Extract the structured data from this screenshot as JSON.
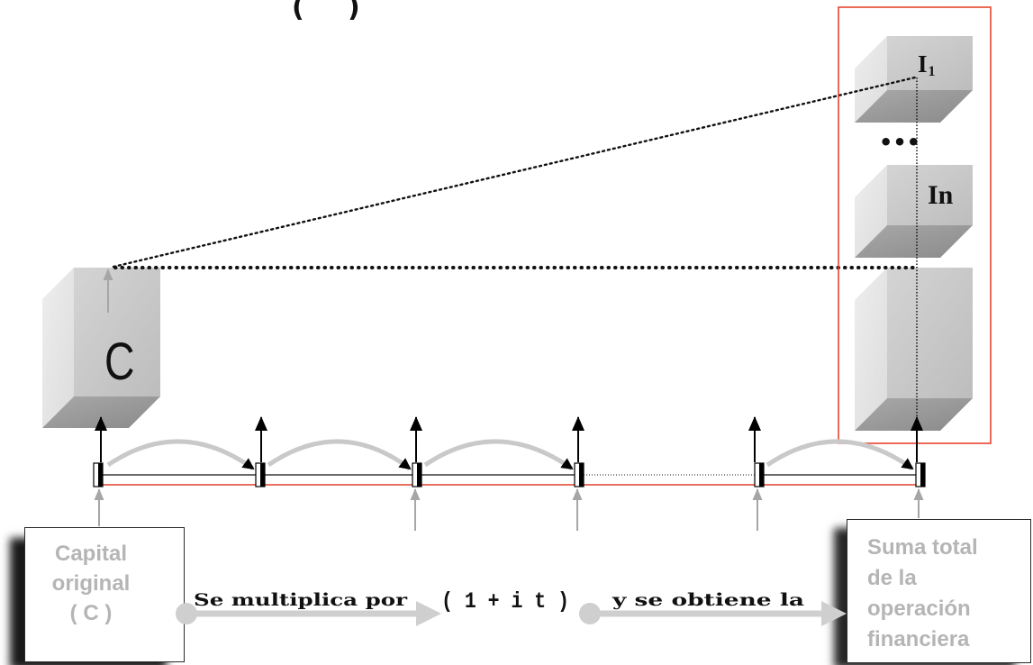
{
  "top_fragment": {
    "open": "(",
    "close": ")"
  },
  "left_block": {
    "label": "C"
  },
  "right_blocks": {
    "first": {
      "label": "I",
      "subscript": "1"
    },
    "ellipsis": "•••",
    "last": {
      "label": "In"
    }
  },
  "capital_box": {
    "lines": [
      "Capital",
      "original",
      "( C )"
    ]
  },
  "multiply_label": "Se multiplica por",
  "factor": "( 1 + i t )",
  "obtain_label": "y se obtiene la",
  "total_box": {
    "lines": [
      "Suma total",
      "de la",
      "operación",
      "financiera"
    ]
  },
  "colors": {
    "highlight_frame": "#e8452e",
    "timeline_base": "#e0402a",
    "box_text": "#b5b5b5",
    "cube_front": "#c8c8c8",
    "cube_side": "#e6e6e6",
    "cube_bottom": "#999999",
    "flow_arrow": "#cfcfcf"
  }
}
